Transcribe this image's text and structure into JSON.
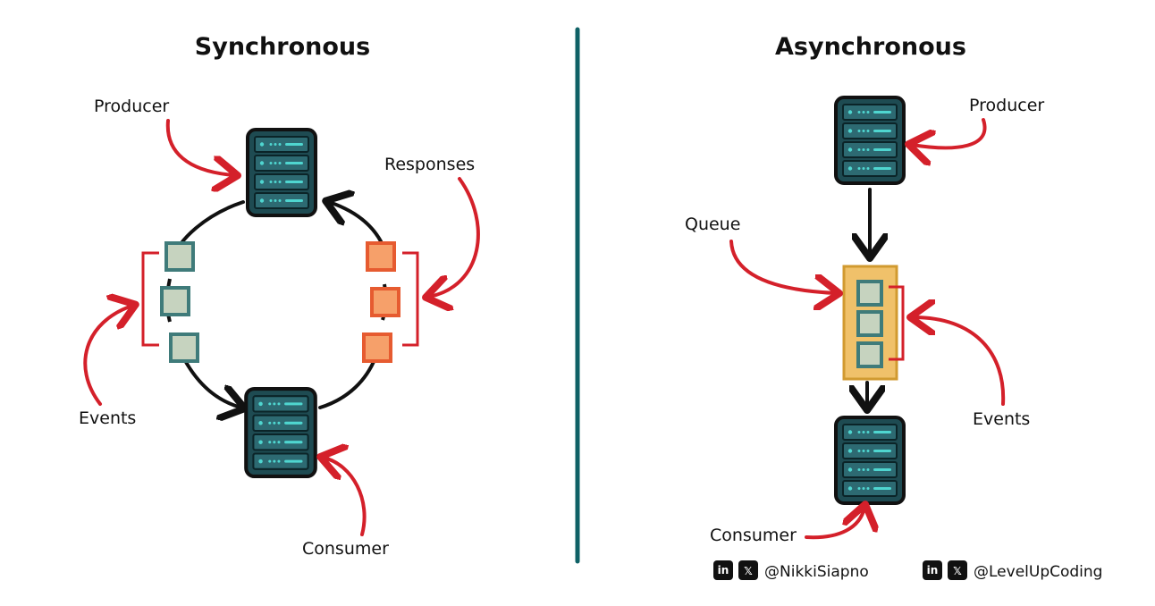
{
  "left_panel": {
    "title": "Synchronous",
    "labels": {
      "producer": "Producer",
      "responses": "Responses",
      "events": "Events",
      "consumer": "Consumer"
    }
  },
  "right_panel": {
    "title": "Asynchronous",
    "labels": {
      "producer": "Producer",
      "queue": "Queue",
      "events": "Events",
      "consumer": "Consumer"
    }
  },
  "footer": {
    "handles": [
      {
        "linkedin_icon": "in",
        "x_icon": "𝕏",
        "handle": "@NikkiSiapno"
      },
      {
        "linkedin_icon": "in",
        "x_icon": "𝕏",
        "handle": "@LevelUpCoding"
      }
    ]
  },
  "colors": {
    "divider": "#0f6166",
    "server_body": "#1e4b52",
    "server_border": "#111111",
    "server_slot": "#2d6a72",
    "server_led": "#4fd6d0",
    "event_fill": "#c6d3bf",
    "event_border": "#3f7b7a",
    "response_fill": "#f6a06a",
    "response_border": "#e65b30",
    "queue_fill": "#f0c16a",
    "queue_border": "#d19a30",
    "annotation": "#d4202a",
    "flow_arrow": "#111111"
  }
}
